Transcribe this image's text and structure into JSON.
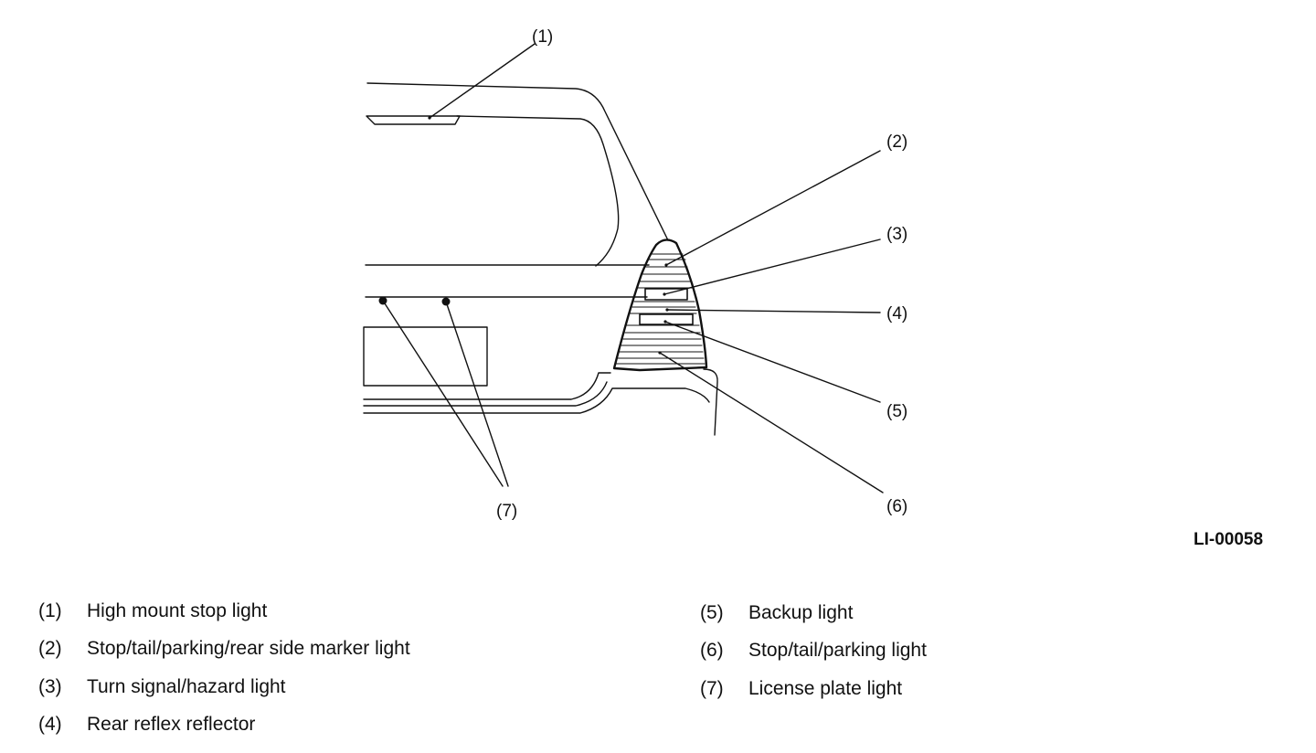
{
  "callouts": [
    "(1)",
    "(2)",
    "(3)",
    "(4)",
    "(5)",
    "(6)",
    "(7)"
  ],
  "figure_code": "LI-00058",
  "legend": [
    {
      "num": "(1)",
      "label": "High mount stop light"
    },
    {
      "num": "(2)",
      "label": "Stop/tail/parking/rear side marker light"
    },
    {
      "num": "(3)",
      "label": "Turn signal/hazard light"
    },
    {
      "num": "(4)",
      "label": "Rear reflex reflector"
    },
    {
      "num": "(5)",
      "label": "Backup light"
    },
    {
      "num": "(6)",
      "label": "Stop/tail/parking light"
    },
    {
      "num": "(7)",
      "label": "License plate light"
    }
  ]
}
